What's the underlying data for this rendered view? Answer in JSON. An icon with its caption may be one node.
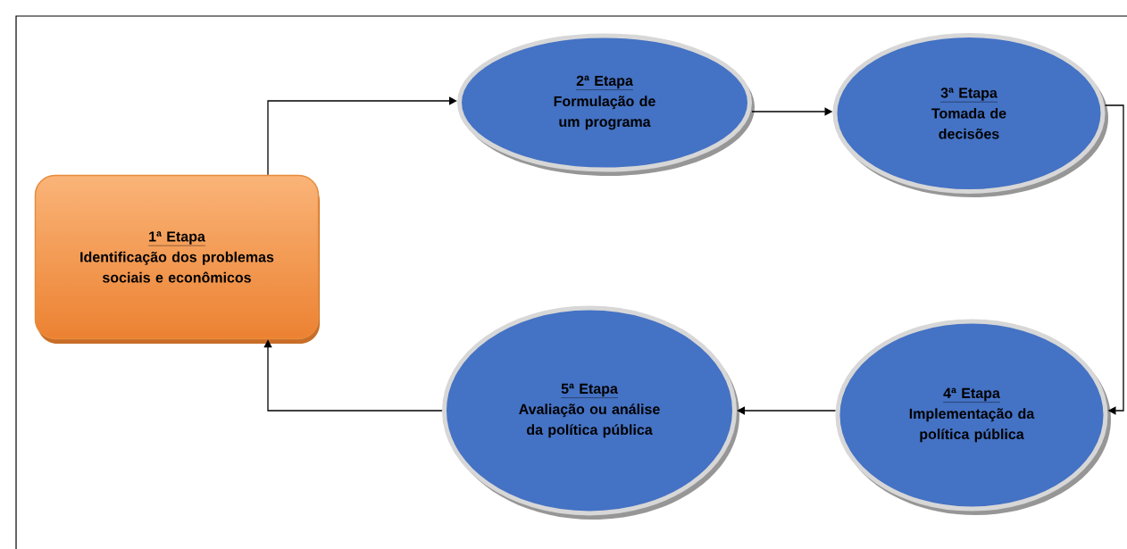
{
  "diagram": {
    "nodes": [
      {
        "text": [
          "1ª Etapa",
          "Identificação dos problemas sociais e econômicos"
        ]
      },
      {
        "text": [
          "2ª Etapa",
          "Formulação de um programa"
        ]
      },
      {
        "text": [
          "3ª Etapa",
          "Tomada de decisões"
        ]
      },
      {
        "text": [
          "4ª Etapa",
          "Implementação da política pública"
        ]
      },
      {
        "text": [
          "5ª Etapa",
          "Avaliação ou análise da política pública"
        ]
      }
    ],
    "edges": [
      {
        "from": 0,
        "to": 1,
        "arrow": "to"
      },
      {
        "from": 1,
        "to": 2,
        "arrow": "to"
      },
      {
        "from": 2,
        "to": 3,
        "arrow": "to"
      },
      {
        "from": 3,
        "to": 4,
        "arrow": "to"
      },
      {
        "from": 4,
        "to": 0,
        "arrow": "to"
      }
    ]
  }
}
